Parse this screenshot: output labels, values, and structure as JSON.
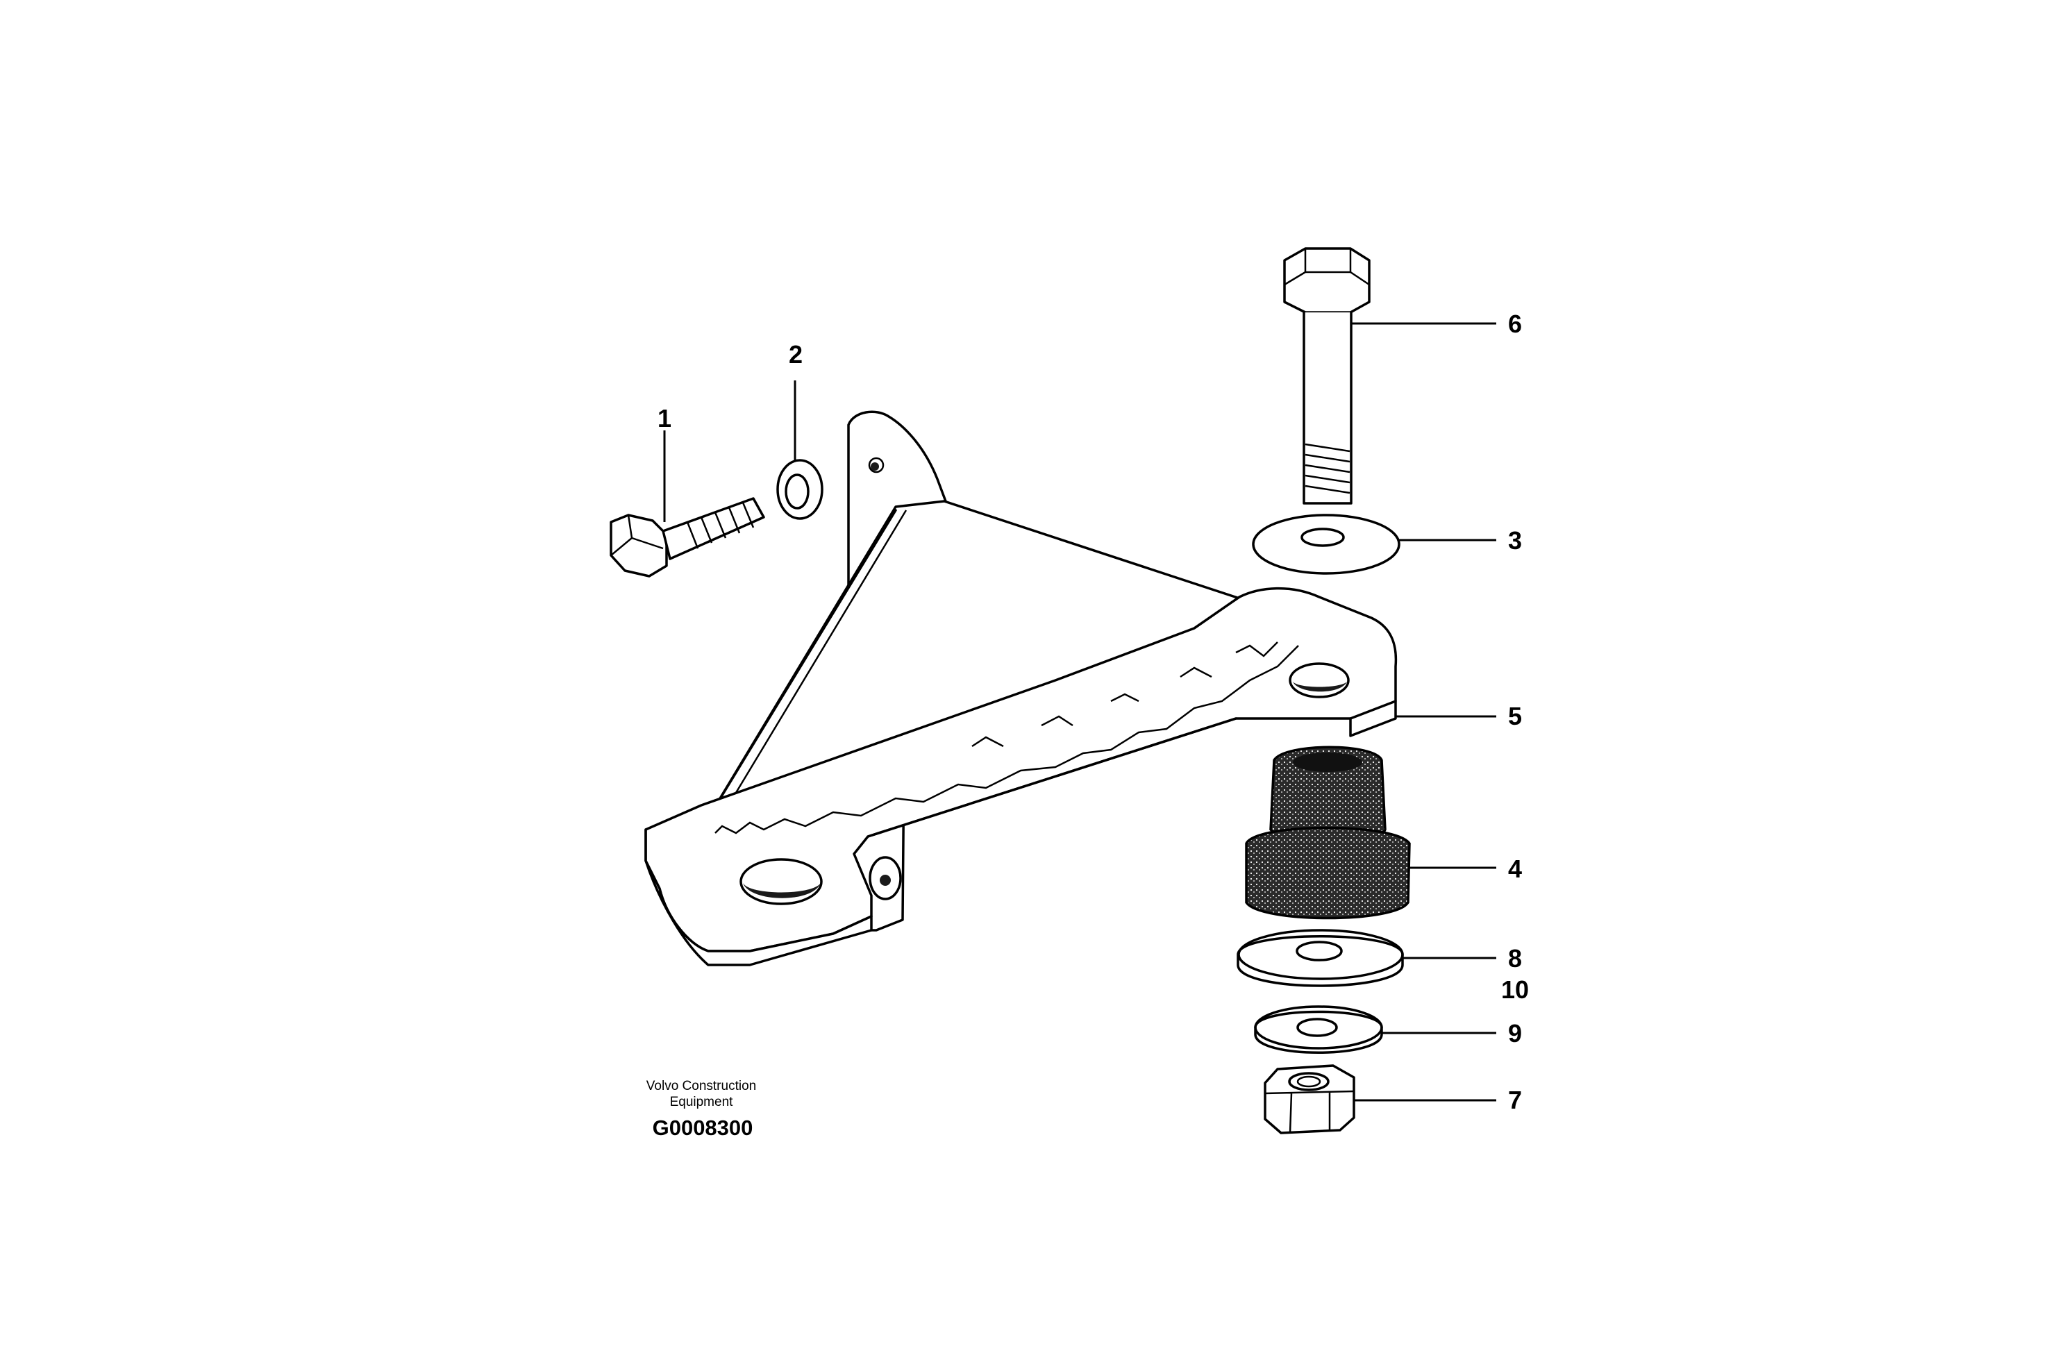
{
  "diagram": {
    "callouts": {
      "p1": "1",
      "p2": "2",
      "p3": "3",
      "p4": "4",
      "p5": "5",
      "p6": "6",
      "p7": "7",
      "p8": "8",
      "p9": "9",
      "p10": "10"
    },
    "credit": {
      "line1": "Volvo Construction",
      "line2": "Equipment",
      "code": "G0008300"
    }
  }
}
